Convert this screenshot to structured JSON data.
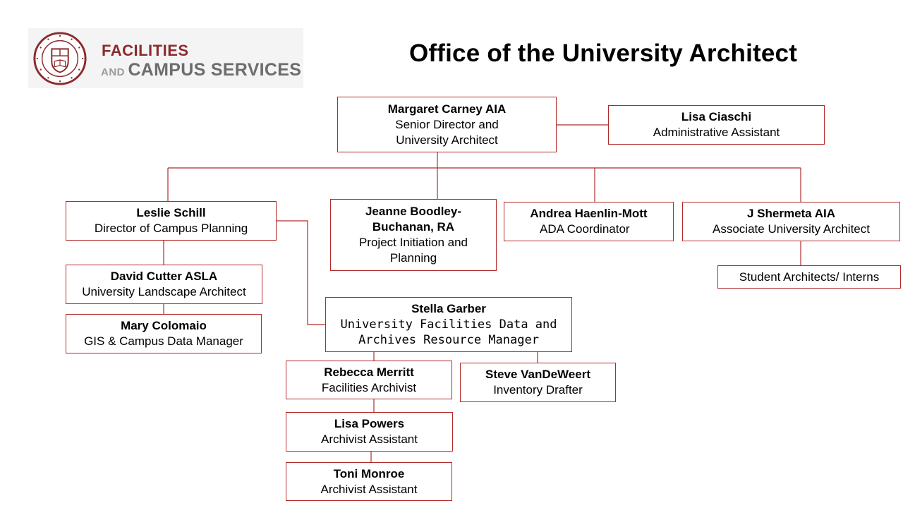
{
  "logo": {
    "alt_text": "CORNELL UNIVERSITY FOUNDED A.D. 1865",
    "line1": "FACILITIES",
    "line2_small": "AND",
    "line2_big": "CAMPUS SERVICES",
    "brand_color": "#8b2b2e",
    "gray_color": "#6d6d6d"
  },
  "page_title": "Office of the University Architect",
  "line_color": "#b22a2a",
  "nodes": {
    "carney": {
      "name": "Margaret Carney AIA",
      "role_line1": "Senior Director and",
      "role_line2": "University Architect"
    },
    "ciaschi": {
      "name": "Lisa Ciaschi",
      "role": "Administrative Assistant"
    },
    "schill": {
      "name": "Leslie Schill",
      "role": "Director of Campus Planning"
    },
    "boodley": {
      "name_line1": "Jeanne Boodley-",
      "name_line2": "Buchanan, RA",
      "role_line1": "Project Initiation and",
      "role_line2": "Planning"
    },
    "haenlin": {
      "name": "Andrea Haenlin-Mott",
      "role": "ADA Coordinator"
    },
    "shermeta": {
      "name": "J Shermeta AIA",
      "role": "Associate University Architect"
    },
    "interns": {
      "role": "Student Architects/ Interns"
    },
    "cutter": {
      "name": "David Cutter ASLA",
      "role": "University Landscape Architect"
    },
    "colomaio": {
      "name": "Mary Colomaio",
      "role": "GIS & Campus Data Manager"
    },
    "garber": {
      "name": "Stella Garber",
      "role_line1": "University Facilities Data and",
      "role_line2": "Archives Resource Manager"
    },
    "merritt": {
      "name": "Rebecca Merritt",
      "role": "Facilities Archivist"
    },
    "vandeweert": {
      "name": "Steve VanDeWeert",
      "role": "Inventory Drafter"
    },
    "powers": {
      "name": "Lisa Powers",
      "role": "Archivist Assistant"
    },
    "monroe": {
      "name": "Toni Monroe",
      "role": "Archivist Assistant"
    }
  }
}
